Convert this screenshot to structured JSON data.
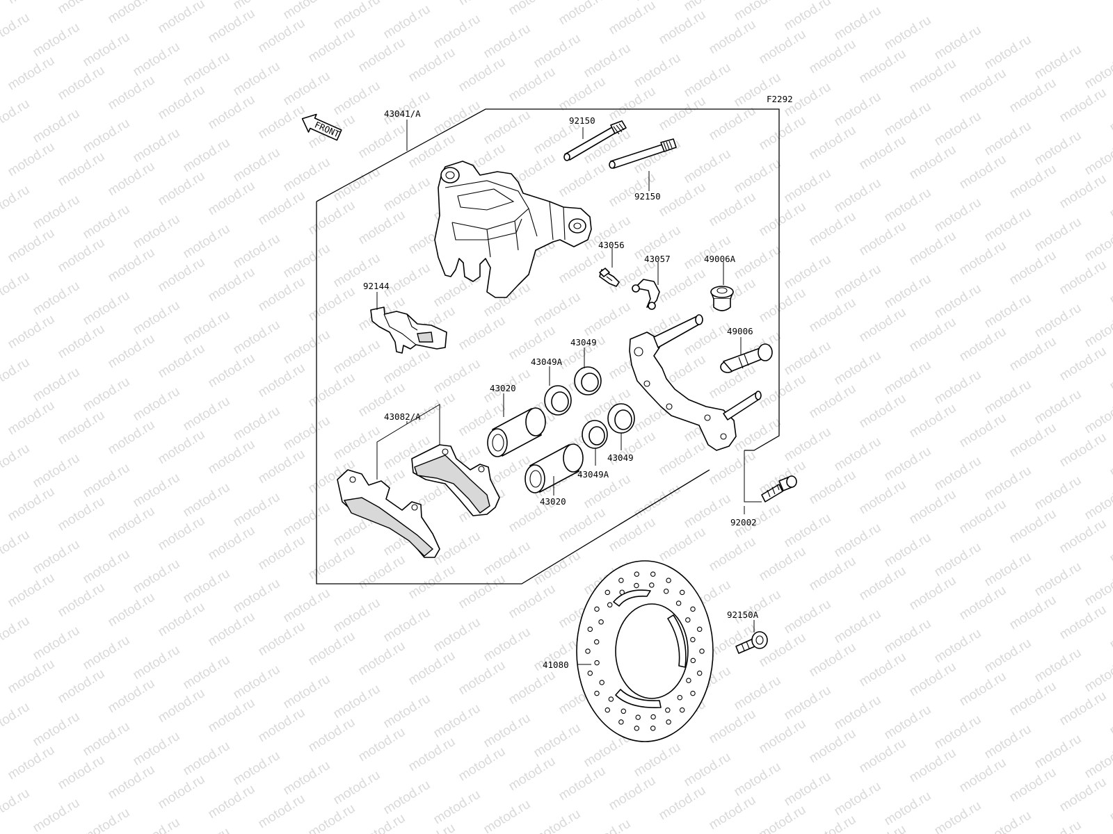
{
  "watermark": "motod.ru",
  "figure_code": "F2292",
  "front_arrow_label": "FRONT",
  "parts": {
    "caliper_assy": "43041/A",
    "pin_upper": "92150",
    "pin_lower": "92150",
    "bleed_valve": "43056",
    "bleed_cap": "43057",
    "boot_49006A": "49006A",
    "spring_92144": "92144",
    "bolt_49006": "49006",
    "seal_43049_top": "43049",
    "seal_43049A_top": "43049A",
    "piston_43020_top": "43020",
    "pad_set": "43082/A",
    "seal_43049_bottom": "43049",
    "seal_43049A_bottom": "43049A",
    "piston_43020_bottom": "43020",
    "bolt_92002": "92002",
    "disc_bolt": "92150A",
    "disc": "41080"
  },
  "colors": {
    "line": "#000000",
    "background": "#ffffff",
    "watermark": "#d9d9d9",
    "shading": "#d8d8d8"
  }
}
